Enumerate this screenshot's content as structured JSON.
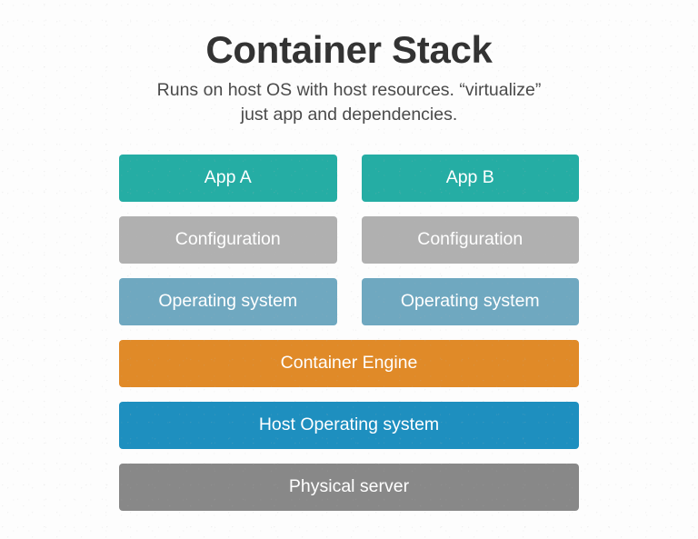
{
  "header": {
    "title": "Container Stack",
    "subtitle_line1": "Runs on host OS with host resources. “virtualize”",
    "subtitle_line2": "just app and dependencies."
  },
  "colors": {
    "background": "#fdfdfd",
    "title_text": "#333333",
    "subtitle_text": "#4a4a4a",
    "box_text": "#ffffff",
    "app": "#25ada4",
    "configuration": "#b0b0b0",
    "guest_os": "#6fa8c0",
    "container_engine": "#e08a28",
    "host_os": "#1e8fbf",
    "physical_server": "#888888"
  },
  "stack": {
    "rows": [
      {
        "name": "app-row",
        "layout": "split",
        "boxes": [
          {
            "label": "App A",
            "color": "#25ada4",
            "name": "app-a"
          },
          {
            "label": "App B",
            "color": "#25ada4",
            "name": "app-b"
          }
        ]
      },
      {
        "name": "configuration-row",
        "layout": "split",
        "boxes": [
          {
            "label": "Configuration",
            "color": "#b0b0b0",
            "name": "configuration-left"
          },
          {
            "label": "Configuration",
            "color": "#b0b0b0",
            "name": "configuration-right"
          }
        ]
      },
      {
        "name": "guest-os-row",
        "layout": "split",
        "boxes": [
          {
            "label": "Operating system",
            "color": "#6fa8c0",
            "name": "operating-system-left"
          },
          {
            "label": "Operating system",
            "color": "#6fa8c0",
            "name": "operating-system-right"
          }
        ]
      },
      {
        "name": "container-engine-row",
        "layout": "full",
        "boxes": [
          {
            "label": "Container Engine",
            "color": "#e08a28",
            "name": "container-engine"
          }
        ]
      },
      {
        "name": "host-os-row",
        "layout": "full",
        "boxes": [
          {
            "label": "Host Operating system",
            "color": "#1e8fbf",
            "name": "host-operating-system"
          }
        ]
      },
      {
        "name": "physical-server-row",
        "layout": "full",
        "boxes": [
          {
            "label": "Physical server",
            "color": "#888888",
            "name": "physical-server"
          }
        ]
      }
    ]
  }
}
